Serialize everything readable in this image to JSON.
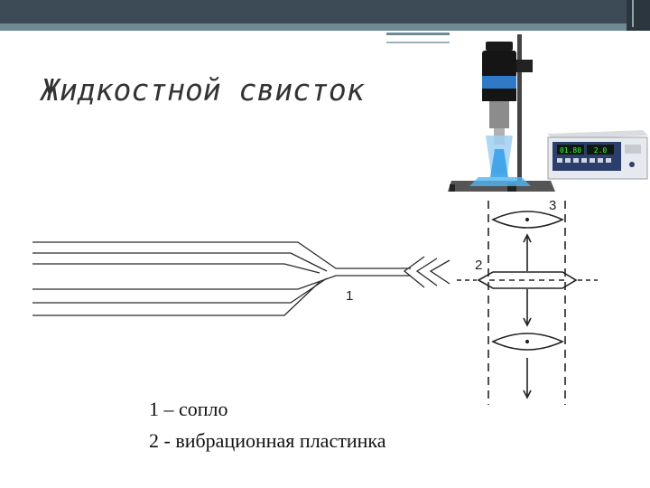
{
  "slide": {
    "title": "Жидкостной свисток",
    "labels": {
      "nozzle_number": "1",
      "plate_number": "2",
      "lens_number": "3"
    },
    "device_display": {
      "left": "01.80",
      "right": "2.0"
    },
    "captions": [
      "1 – сопло",
      "2  - вибрационная пластинка"
    ]
  }
}
